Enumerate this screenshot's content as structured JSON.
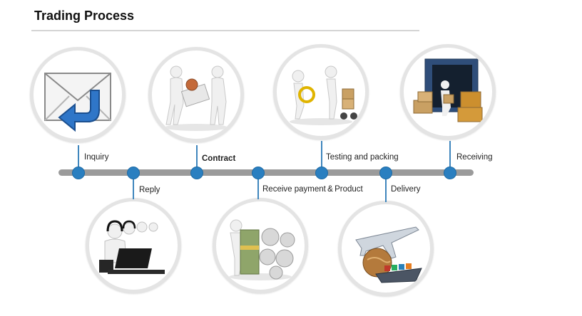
{
  "title": "Trading Process",
  "steps": {
    "inquiry": "Inquiry",
    "reply": "Reply",
    "contract": "Contract",
    "receive_payment": "Receive payment & Product",
    "testing": "Testing and packing",
    "delivery": "Delivery",
    "receiving": "Receiving"
  },
  "images": {
    "inquiry": "envelope-reply-icon",
    "reply": "call-center-icon",
    "contract": "handshake-contract-icon",
    "receive_payment": "money-gears-icon",
    "testing": "testing-packing-icon",
    "delivery": "airplane-globe-ship-icon",
    "receiving": "container-boxes-icon"
  },
  "colors": {
    "accent": "#2a7fc0",
    "timeline": "#9b9b9b"
  }
}
